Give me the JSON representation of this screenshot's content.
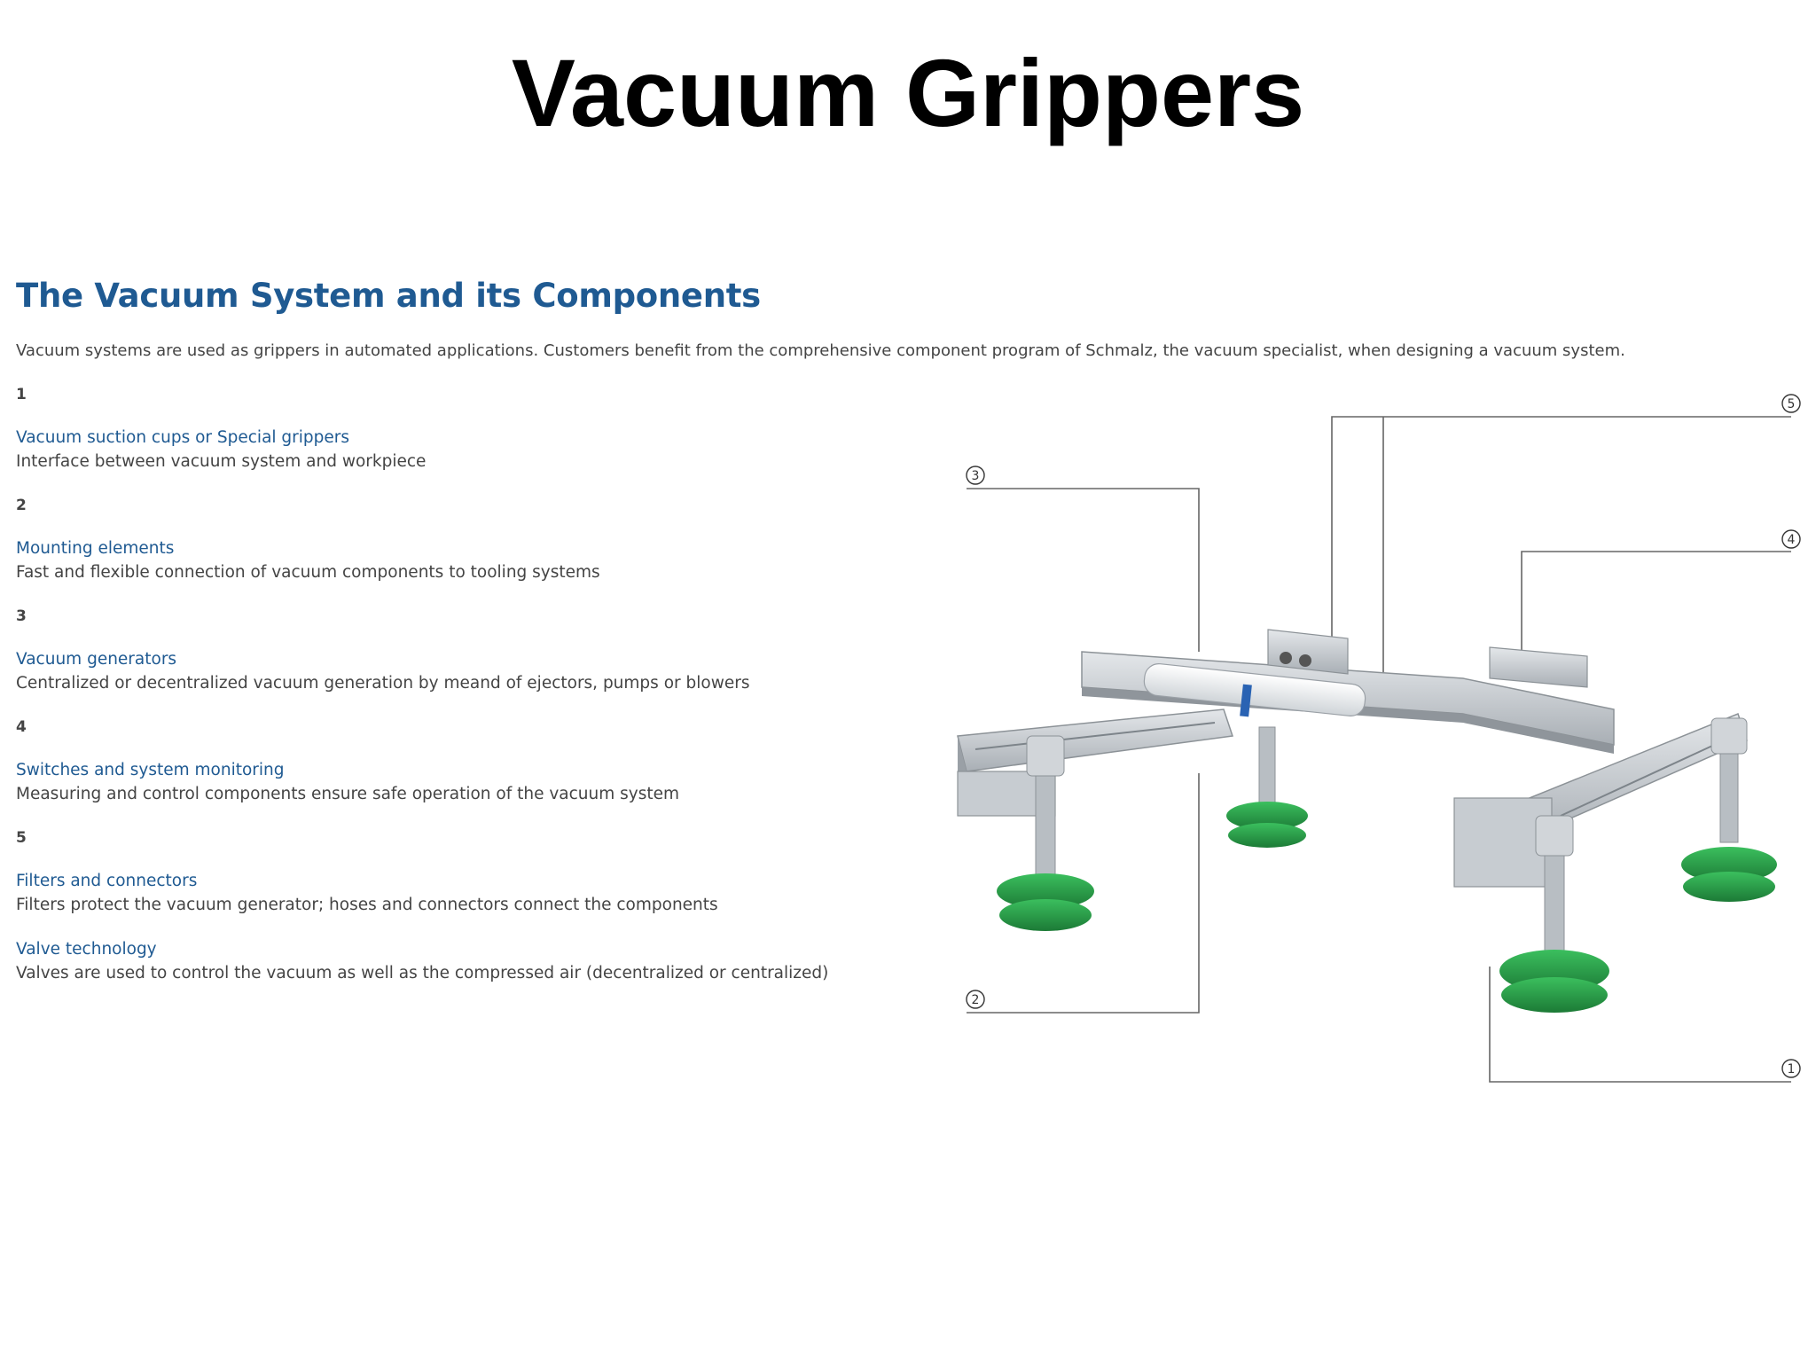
{
  "slide": {
    "title": "Vacuum Grippers"
  },
  "document": {
    "heading": "The Vacuum System and its Components",
    "intro": "Vacuum systems are used as grippers in automated applications. Customers benefit from the comprehensive component program of Schmalz, the vacuum specialist, when designing a vacuum system.",
    "components": [
      {
        "number": "1",
        "title": "Vacuum suction cups or Special grippers",
        "description": "Interface between vacuum system and workpiece"
      },
      {
        "number": "2",
        "title": "Mounting elements",
        "description": "Fast and flexible connection of vacuum components to tooling systems"
      },
      {
        "number": "3",
        "title": "Vacuum generators",
        "description": "Centralized or decentralized vacuum generation by meand of ejectors, pumps or blowers"
      },
      {
        "number": "4",
        "title": "Switches and system monitoring",
        "description": "Measuring and control components ensure safe operation of the vacuum system"
      },
      {
        "number": "5",
        "title": "Filters and connectors",
        "description": "Filters protect the vacuum generator; hoses and connectors connect the components"
      },
      {
        "number": "",
        "title": "Valve technology",
        "description": "Valves are used to control the vacuum as well as the compressed air (decentralized or centralized)"
      }
    ]
  },
  "diagram": {
    "callouts": [
      "①",
      "②",
      "③",
      "④",
      "⑤"
    ],
    "colors": {
      "frame": "#c9cdd2",
      "frame_dark": "#9aa0a6",
      "cup": "#2fa84f",
      "cup_dark": "#1f7f3a",
      "leader": "#555555"
    }
  }
}
